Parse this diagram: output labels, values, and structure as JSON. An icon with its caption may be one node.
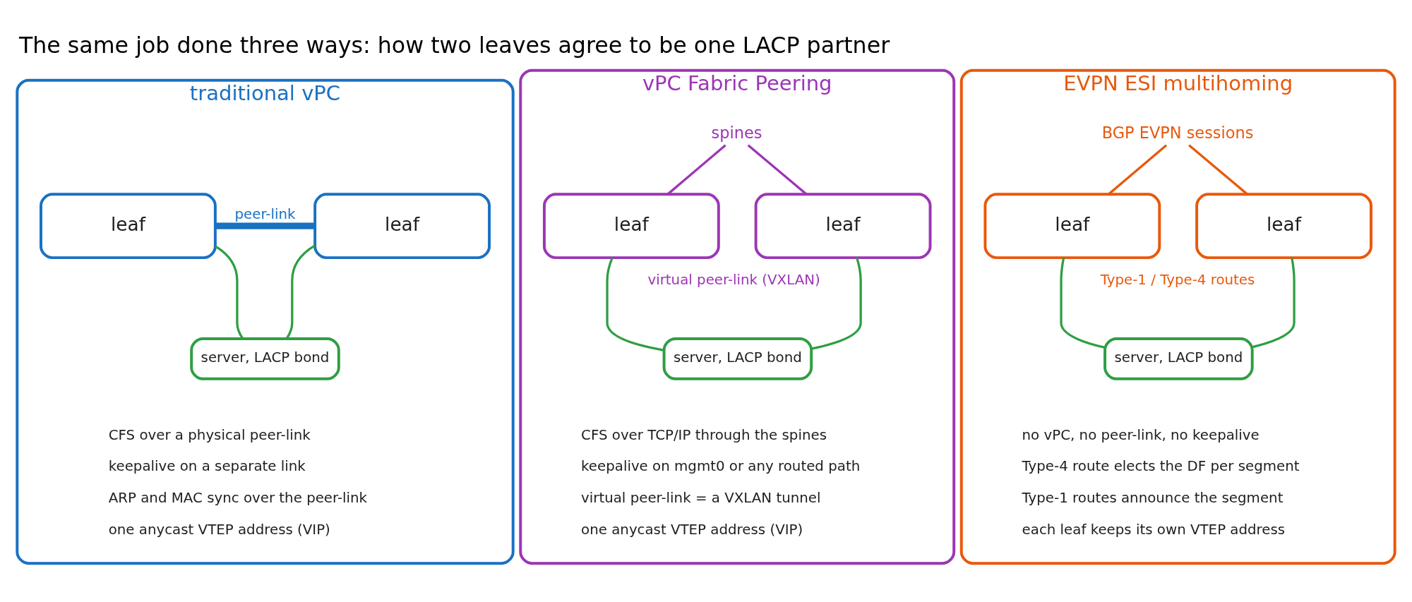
{
  "diagram": {
    "title": "The same job done three ways: how two leaves agree to be one LACP partner",
    "nodes": [
      {
        "text": [
          "traditional vPC"
        ]
      },
      {
        "text": [
          "leaf"
        ],
        "in": 0
      },
      {
        "text": [
          "leaf"
        ],
        "in": 0
      },
      {
        "text": [
          "server, LACP bond"
        ],
        "in": 0
      },
      {
        "text": [
          "vPC Fabric Peering"
        ]
      },
      {
        "text": [
          "spines"
        ],
        "in": 4
      },
      {
        "text": [
          "leaf"
        ],
        "in": 4
      },
      {
        "text": [
          "leaf"
        ],
        "in": 4
      },
      {
        "text": [
          "server, LACP bond"
        ],
        "in": 4
      },
      {
        "text": [
          "EVPN ESI multihoming"
        ]
      },
      {
        "text": [
          "BGP EVPN sessions"
        ],
        "in": 9
      },
      {
        "text": [
          "leaf"
        ],
        "in": 9
      },
      {
        "text": [
          "leaf"
        ],
        "in": 9
      },
      {
        "text": [
          "server, LACP bond"
        ],
        "in": 9
      }
    ],
    "edges": [
      {
        "from": 1,
        "to": 2,
        "arrow": "none",
        "label": "peer-link",
        "style": "thick",
        "color": "#1971c2"
      },
      {
        "from": 1,
        "to": 3,
        "arrow": "none"
      },
      {
        "from": 2,
        "to": 3,
        "arrow": "none"
      },
      {
        "from": 5,
        "to": 6,
        "arrow": "none",
        "color": "#9c36b5"
      },
      {
        "from": 5,
        "to": 7,
        "arrow": "none",
        "color": "#9c36b5"
      },
      {
        "from": 6,
        "to": 8,
        "arrow": "none"
      },
      {
        "from": 7,
        "to": 8,
        "arrow": "none"
      },
      {
        "from": 10,
        "to": 11,
        "arrow": "none",
        "color": "#e8590c"
      },
      {
        "from": 10,
        "to": 12,
        "arrow": "none",
        "color": "#e8590c"
      },
      {
        "from": 11,
        "to": 13,
        "arrow": "none"
      },
      {
        "from": 12,
        "to": 13,
        "arrow": "none"
      }
    ],
    "labels": [
      "CFS over a physical peer-link",
      "keepalive on a separate link",
      "ARP and MAC sync over the peer-link",
      "one anycast VTEP address (VIP)",
      "virtual peer-link (VXLAN)",
      "CFS over TCP/IP through the spines",
      "keepalive on mgmt0 or any routed path",
      "virtual peer-link = a VXLAN tunnel",
      "one anycast VTEP address (VIP)",
      "Type-1 / Type-4 routes",
      "no vPC, no peer-link, no keepalive",
      "Type-4 route elects the DF per segment",
      "Type-1 routes announce the segment",
      "each leaf keeps its own VTEP address"
    ]
  }
}
